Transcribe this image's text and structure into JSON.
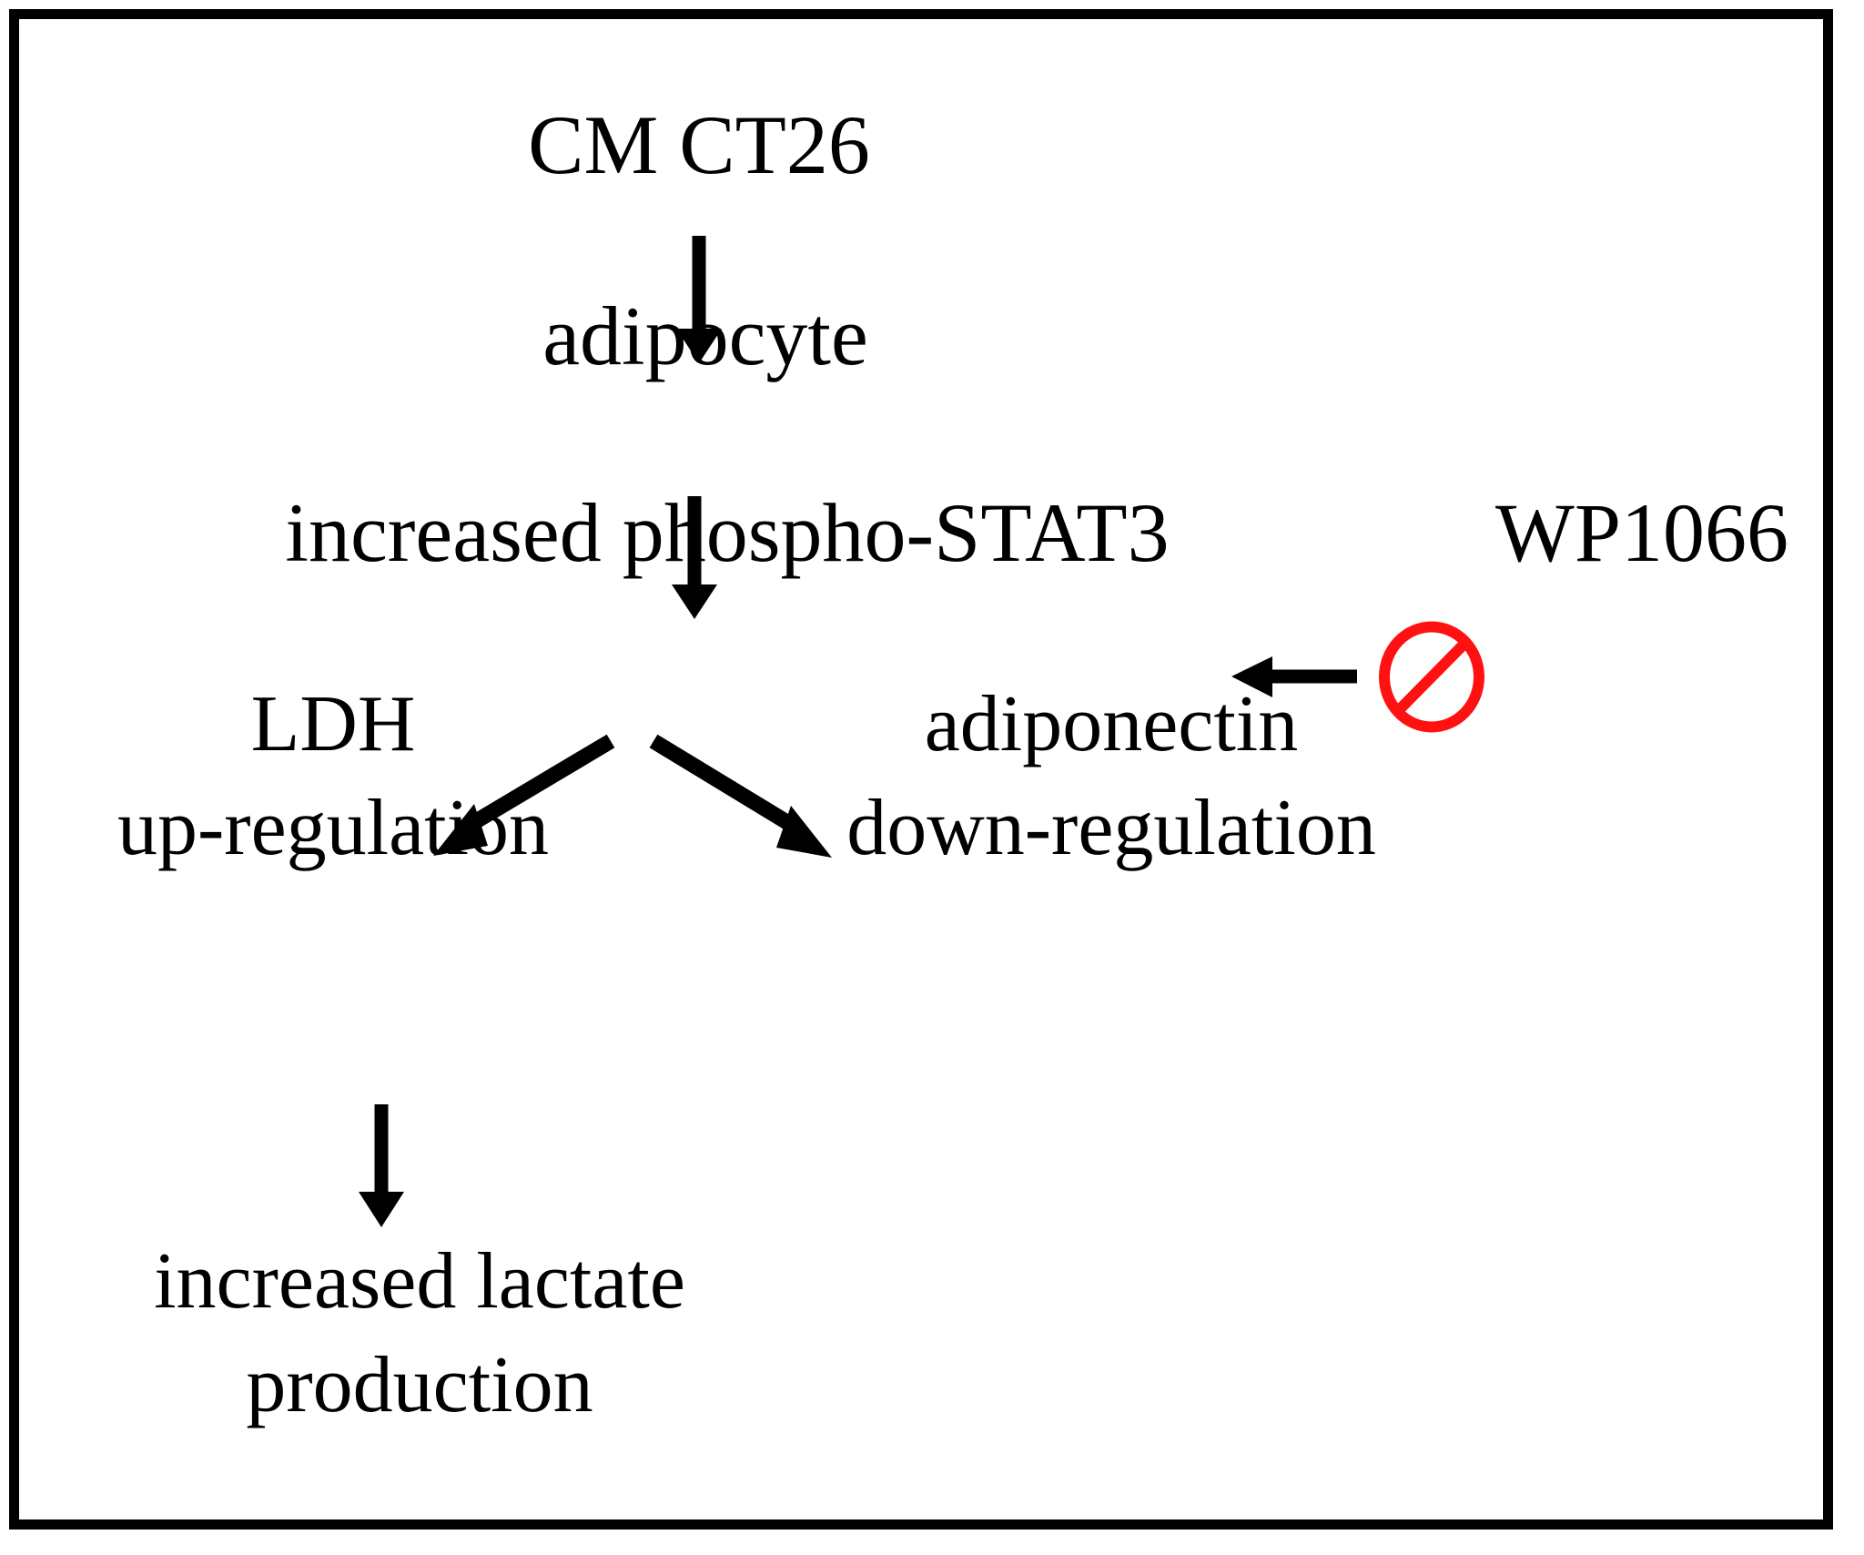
{
  "diagram": {
    "title": "CM CT26 adipocyte phospho-STAT3 signaling pathway",
    "border_color": "#000000",
    "background_color": "#ffffff",
    "text_color": "#000000",
    "inhibitor_color": "#FF0000",
    "nodes": {
      "cm_ct26": "CM CT26",
      "adipocyte": "adipocyte",
      "phospho_stat3": "increased phospho-STAT3",
      "wp1066": "WP1066",
      "ldh_line1": "LDH",
      "ldh_line2": "up-regulation",
      "adiponectin_line1": "adiponectin",
      "adiponectin_line2": "down-regulation",
      "lactate_line1": "increased lactate",
      "lactate_line2": "production"
    },
    "icons": {
      "inhibitor": "prohibition-icon"
    },
    "edges": [
      {
        "name": "cm-ct26-to-adipocyte",
        "from": "CM CT26",
        "to": "adipocyte",
        "kind": "activation",
        "direction": "down"
      },
      {
        "name": "adipocyte-to-phospho-stat3",
        "from": "adipocyte",
        "to": "increased phospho-STAT3",
        "kind": "activation",
        "direction": "down"
      },
      {
        "name": "wp1066-to-phospho-stat3",
        "from": "WP1066",
        "to": "increased phospho-STAT3",
        "kind": "inhibition",
        "direction": "left"
      },
      {
        "name": "phospho-stat3-to-ldh",
        "from": "increased phospho-STAT3",
        "to": "LDH up-regulation",
        "kind": "activation",
        "direction": "down-left"
      },
      {
        "name": "phospho-stat3-to-adiponectin",
        "from": "increased phospho-STAT3",
        "to": "adiponectin down-regulation",
        "kind": "activation",
        "direction": "down-right"
      },
      {
        "name": "ldh-to-lactate",
        "from": "LDH up-regulation",
        "to": "increased lactate production",
        "kind": "activation",
        "direction": "down"
      }
    ]
  }
}
